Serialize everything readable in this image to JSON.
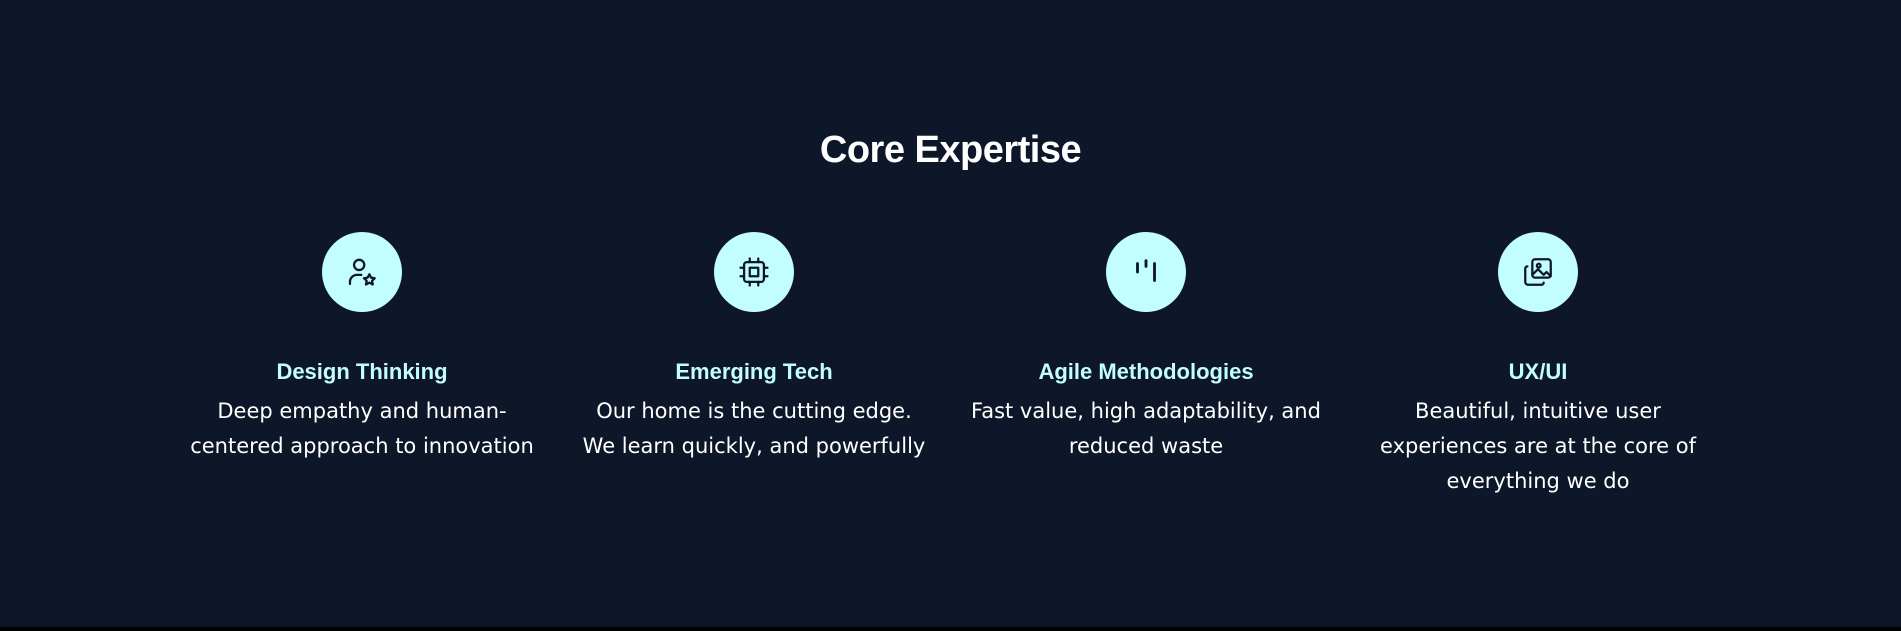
{
  "section": {
    "title": "Core Expertise"
  },
  "cards": [
    {
      "icon": "user-star-icon",
      "title": "Design Thinking",
      "description": "Deep empathy and human-centered approach to innovation"
    },
    {
      "icon": "cpu-chip-icon",
      "title": "Emerging Tech",
      "description": "Our home is the cutting edge. We learn quickly, and powerfully"
    },
    {
      "icon": "agile-bars-icon",
      "title": "Agile Methodologies",
      "description": "Fast value, high adaptability, and reduced waste"
    },
    {
      "icon": "image-gallery-icon",
      "title": "UX/UI",
      "description": "Beautiful, intuitive user experiences are at the core of everything we do"
    }
  ],
  "colors": {
    "background": "#0e1729",
    "accent": "#c2fdff",
    "title": "#ffffff",
    "text": "#ffffff"
  }
}
